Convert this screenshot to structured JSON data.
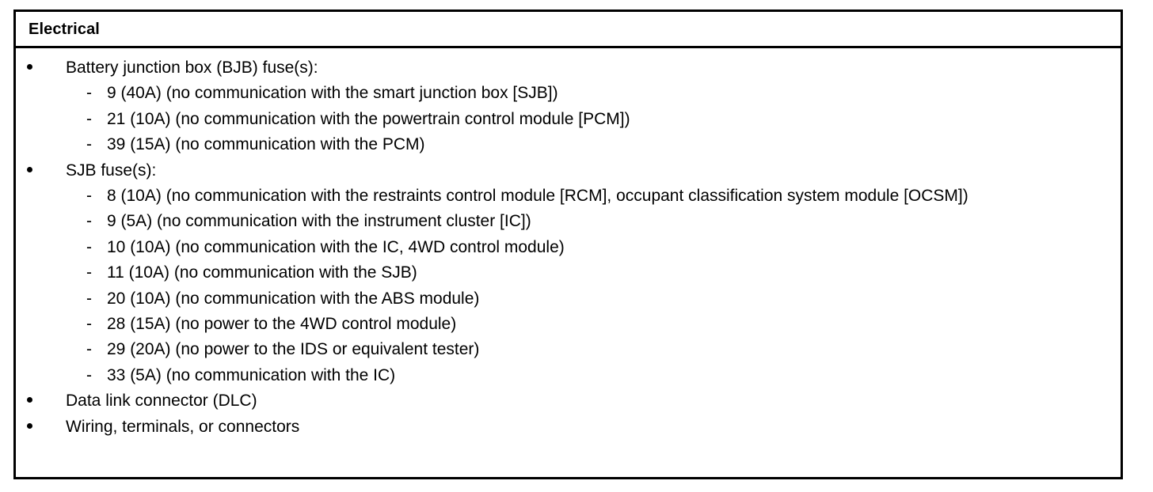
{
  "table": {
    "header": {
      "title": "Electrical"
    },
    "markers": {
      "bullet": "•",
      "dash": "-"
    },
    "colors": {
      "text": "#000000",
      "border": "#000000",
      "background": "#ffffff"
    },
    "items": [
      {
        "label": "Battery junction box (BJB) fuse(s):",
        "children": [
          "9 (40A) (no communication with the smart junction box [SJB])",
          "21 (10A) (no communication with the powertrain control module [PCM])",
          "39 (15A) (no communication with the PCM)"
        ]
      },
      {
        "label": "SJB fuse(s):",
        "children": [
          "8 (10A) (no communication with the restraints control module [RCM], occupant classification system module [OCSM])",
          "9 (5A) (no communication with the instrument cluster [IC])",
          "10 (10A) (no communication with the IC, 4WD control module)",
          "11 (10A) (no communication with the SJB)",
          "20 (10A) (no communication with the ABS module)",
          "28 (15A) (no power to the 4WD control module)",
          "29 (20A) (no power to the IDS or equivalent tester)",
          "33 (5A) (no communication with the IC)"
        ]
      },
      {
        "label": "Data link connector (DLC)",
        "children": []
      },
      {
        "label": "Wiring, terminals, or connectors",
        "children": []
      }
    ]
  }
}
